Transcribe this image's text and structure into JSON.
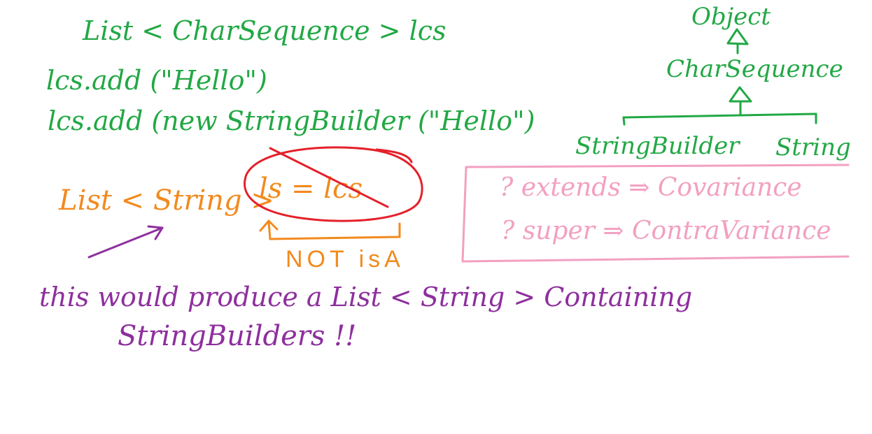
{
  "colors": {
    "green": "#22a845",
    "orange": "#f28a1e",
    "red": "#e5202a",
    "purple": "#8e2f9e",
    "pink": "#f2a0c0",
    "background": "#ffffff"
  },
  "code": {
    "line1": "List < CharSequence > lcs",
    "line2": "lcs.add (\"Hello\")",
    "line3": "lcs.add (new StringBuilder (\"Hello\")"
  },
  "assignment": {
    "left": "List < String >",
    "crossed": "ls = lcs",
    "note": "NOT isA"
  },
  "hierarchy": {
    "root": "Object",
    "middle": "CharSequence",
    "child_left": "StringBuilder",
    "child_right": "String"
  },
  "variance_box": {
    "row1": "? extends ⇒ Covariance",
    "row2": "? super ⇒ ContraVariance"
  },
  "comment": {
    "line1": "this would produce a List < String > Containing",
    "line2": "StringBuilders !!"
  },
  "icons": {
    "inheritance_arrow": "hollow-triangle-arrow-icon",
    "pointer_arrow": "arrow-icon",
    "strike": "cross-out-icon"
  }
}
